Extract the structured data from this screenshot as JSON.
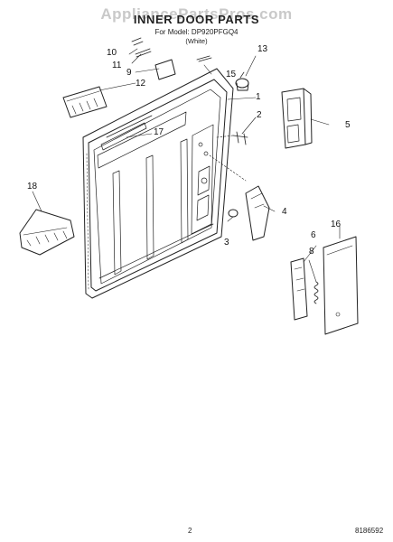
{
  "watermark": "AppliancePartsPros.com",
  "title": "INNER DOOR PARTS",
  "subtitle": "For Model: DP920PFGQ4",
  "variant": "(White)",
  "callouts": [
    "1",
    "2",
    "3",
    "4",
    "5",
    "6",
    "8",
    "9",
    "10",
    "11",
    "12",
    "13",
    "15",
    "16",
    "17",
    "18"
  ],
  "page_number": "2",
  "document_number": "8186592"
}
